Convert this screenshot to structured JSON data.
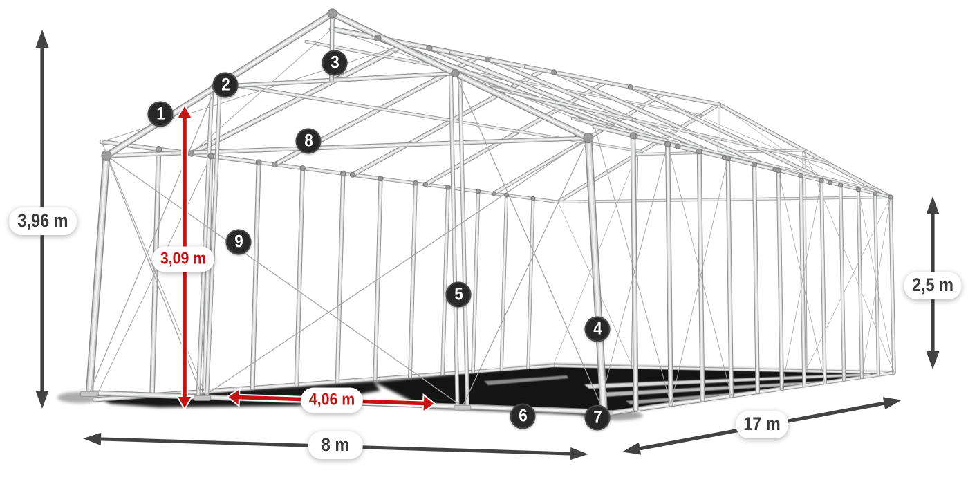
{
  "diagram": {
    "type": "tent-frame-dimensions",
    "background": "#ffffff",
    "colors": {
      "accent_red": "#c81212",
      "arrow_gray": "#424242",
      "badge_bg": "#282828",
      "tube_gray": "#c4c4c4"
    },
    "dimensions": {
      "total_height": "3,96 m",
      "inner_height": "3,09 m",
      "door_width": "4,06 m",
      "width": "8 m",
      "length": "17 m",
      "side_height": "2,5 m"
    },
    "badges": [
      "1",
      "2",
      "3",
      "4",
      "5",
      "6",
      "7",
      "8",
      "9"
    ]
  }
}
